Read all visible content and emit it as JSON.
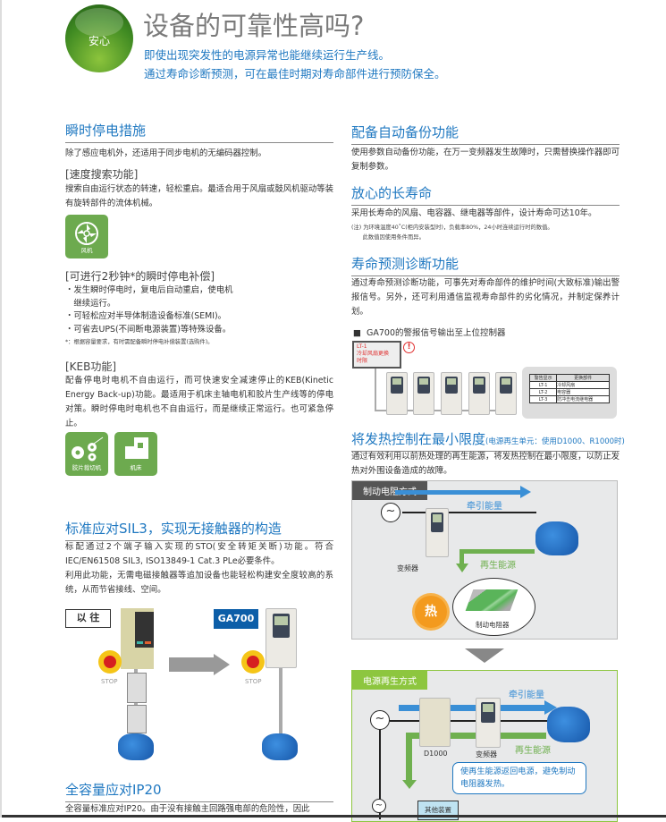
{
  "header": {
    "badge": "安心",
    "title": "设备的可靠性高吗?",
    "subtitle_lines": [
      "即使出现突发性的电源异常也能继续运行生产线。",
      "通过寿命诊断预测，可在最佳时期对寿命部件进行预防保全。"
    ]
  },
  "left": {
    "power_loss": {
      "title": "瞬时停电措施",
      "intro": "除了感应电机外，还适用于同步电机的无编码器控制。",
      "speed_search": {
        "title": "[速度搜索功能]",
        "text": "搜索自由运行状态的转速，轻松重启。最适合用于风扇或鼓风机驱动等装有旋转部件的流体机械。",
        "icon_label": "风机"
      },
      "ride_through": {
        "title": "[可进行2秒钟*的瞬时停电补偿]",
        "bullets": [
          "・发生瞬时停电时，复电后自动重启，使电机",
          "　继续运行。",
          "・可轻松应对半导体制造设备标准(SEMI)。",
          "・可省去UPS(不间断电源装置)等特殊设备。"
        ],
        "note": "*：根据容量要求，有时需配备瞬时停电补偿装置(选购件)。"
      },
      "keb": {
        "title": "[KEB功能]",
        "text": "配备停电时电机不自由运行，而可快速安全减速停止的KEB(Kinetic Energy Back-up)功能。最适用于机床主轴电机和胶片生产线等的停电对策。瞬时停电时电机也不自由运行，而是继续正常运行。也可紧急停止。",
        "icons": [
          "胶片裁切机",
          "机床"
        ]
      }
    },
    "sil3": {
      "title": "标准应对SIL3，实现无接触器的构造",
      "lines": [
        "标配通过2个端子输入实现的STO(安全转矩关断)功能。符合IEC/EN61508 SIL3, ISO13849-1 Cat.3 PLe必要条件。",
        "利用此功能，无需电磁接触器等追加设备也能轻松构建安全度较高的系统，从而节省接线、空间。"
      ],
      "diagram": {
        "before_label": "以 往",
        "after_label": "GA700",
        "stop_label": "STOP"
      }
    },
    "ip20": {
      "title": "全容量应对IP20",
      "text": "全容量标准应对IP20。由于没有接触主回路强电部的危险性，因此"
    }
  },
  "right": {
    "backup": {
      "title": "配备自动备份功能",
      "text": "使用参数自动备份功能，在万一变频器发生故障时，只需替换操作器即可复制参数。"
    },
    "long_life": {
      "title": "放心的长寿命",
      "text": "采用长寿命的风扇、电容器、继电器等部件，设计寿命可达10年。",
      "note_lines": [
        "(注) 为环境温度40˚C(柜内安装型时)，负载率80%，24小时连续运行时的数值。",
        "　　此数值因使用条件而异。"
      ]
    },
    "prediction": {
      "title": "寿命预测诊断功能",
      "text": "通过寿命预测诊断功能，可事先对寿命部件的维护时间(大致标准)输出警报信号。另外，还可利用通信监视寿命部件的劣化情况，并制定保养计划。",
      "diagram_title": "■  GA700的警报信号输出至上位控制器",
      "alert_lines": [
        "LT-1",
        "冷却风扇更换",
        "时限"
      ],
      "table": {
        "headers": [
          "警告显示",
          "更换部件"
        ],
        "rows": [
          [
            "LT-1",
            "冷却风扇"
          ],
          [
            "LT-2",
            "电容器"
          ],
          [
            "LT-3",
            "防冲击电流继电器"
          ]
        ]
      }
    },
    "heat": {
      "title": "将发热控制在最小限度",
      "title_note": "(电源再生单元：使用D1000、R1000时)",
      "text": "通过有效利用以前热处理的再生能源，将发热控制在最小限度，以防止发热对外围设备造成的故障。",
      "braking": {
        "label": "制动电阻方式",
        "traction": "牵引能量",
        "regen": "再生能源",
        "inverter": "变频器",
        "heat": "热",
        "resistor": "制动电阻器"
      },
      "regen_mode": {
        "label": "电源再生方式",
        "traction": "牵引能量",
        "regen": "再生能源",
        "d1000": "D1000",
        "inverter": "变频器",
        "callout": "使再生能源返回电源，避免制动电阻器发热。",
        "other": "其他装置"
      }
    },
    "colors": {
      "blue": "#1f78c1",
      "green": "#8dc63f",
      "gray_header": "#555555"
    }
  }
}
